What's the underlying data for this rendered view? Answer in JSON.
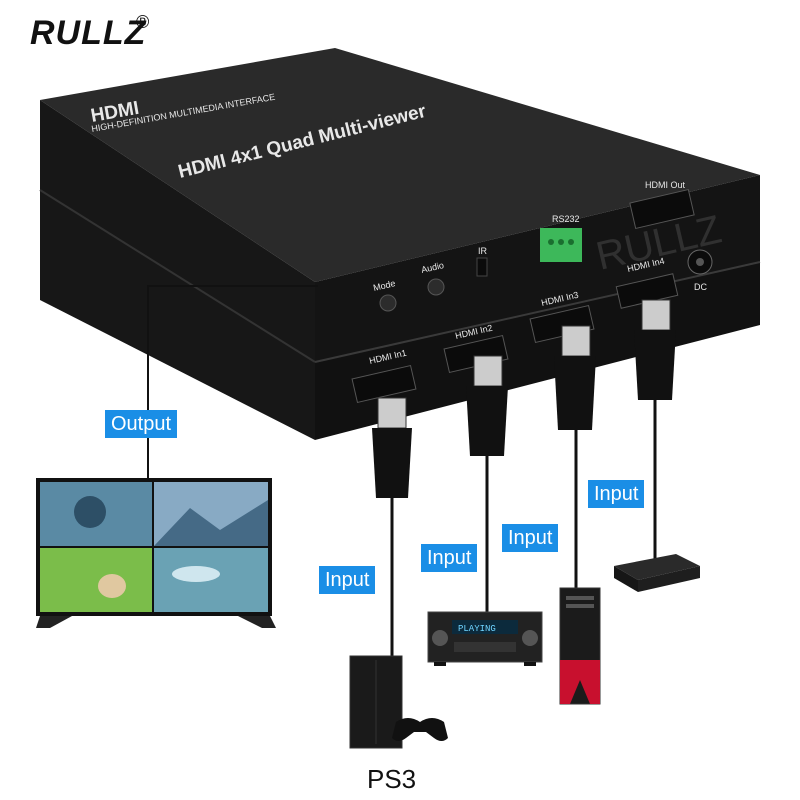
{
  "brand": {
    "name": "RULLZ",
    "mark": "®"
  },
  "device": {
    "logo": "HDMI",
    "logo_sub": "HIGH-DEFINITION MULTIMEDIA INTERFACE",
    "title": "HDMI 4x1 Quad Multi-viewer",
    "ports": {
      "mode": "Mode",
      "audio": "Audio",
      "ir": "IR",
      "rs232": "RS232",
      "hdmi_out": "HDMI Out",
      "dc": "DC",
      "in1": "HDMI In1",
      "in2": "HDMI In2",
      "in3": "HDMI In3",
      "in4": "HDMI In4"
    },
    "watermark": "RULLZ"
  },
  "labels": {
    "output": "Output",
    "input_1": "Input",
    "input_2": "Input",
    "input_3": "Input",
    "input_4": "Input",
    "ps3": "PS3",
    "receiver_display": "PLAYING"
  },
  "colors": {
    "tag_bg": "#1a8ee6",
    "device": "#1e1e1e",
    "tower_accent": "#c8102e"
  }
}
